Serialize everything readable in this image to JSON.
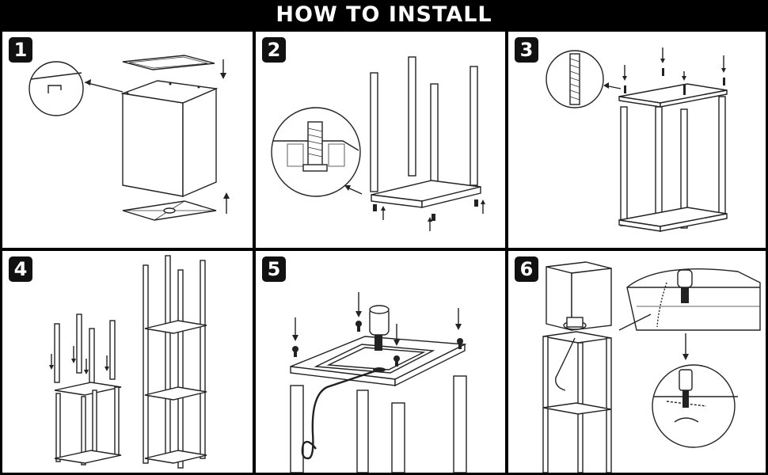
{
  "title": "HOW TO INSTALL",
  "steps": [
    {
      "number": "1"
    },
    {
      "number": "2"
    },
    {
      "number": "3"
    },
    {
      "number": "4"
    },
    {
      "number": "5"
    },
    {
      "number": "6"
    }
  ]
}
